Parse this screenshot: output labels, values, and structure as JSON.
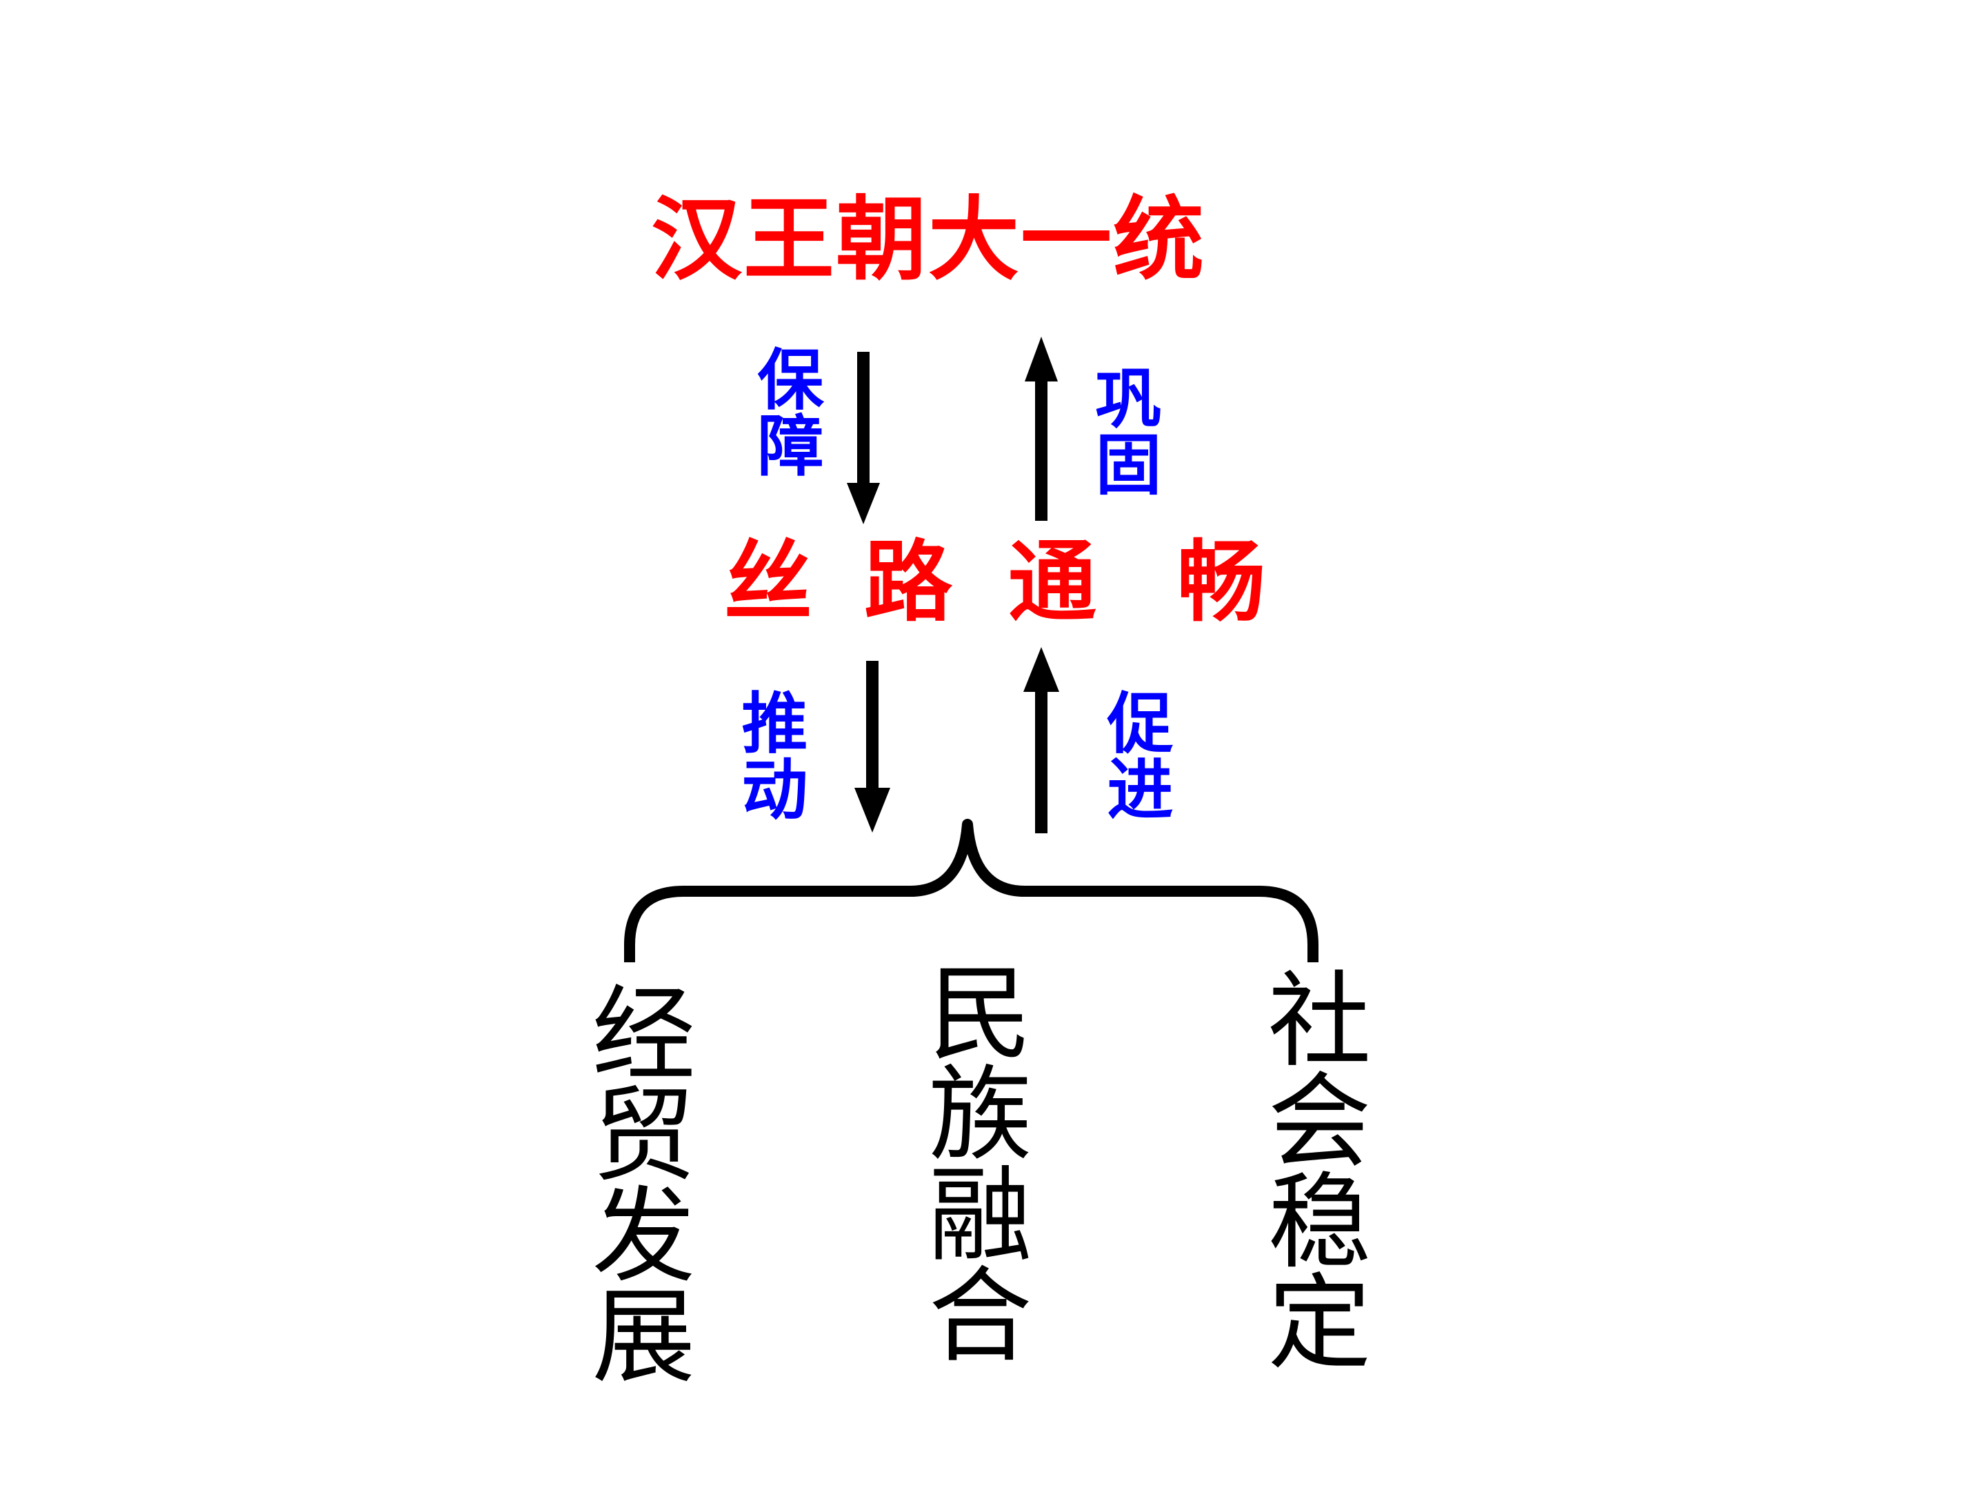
{
  "colors": {
    "primary_text": "#ff0000",
    "relation_text": "#0000ff",
    "outcome_text": "#000000",
    "line": "#000000"
  },
  "diagram": {
    "top_node": "汉王朝大一统",
    "middle_node_chars": [
      "丝",
      "路",
      "通",
      "畅"
    ],
    "relations": {
      "top_down": "保障",
      "top_up": "巩固",
      "bottom_down": "推动",
      "bottom_up": "促进"
    },
    "outcomes": [
      "经贸发展",
      "民族融合",
      "社会稳定"
    ]
  }
}
